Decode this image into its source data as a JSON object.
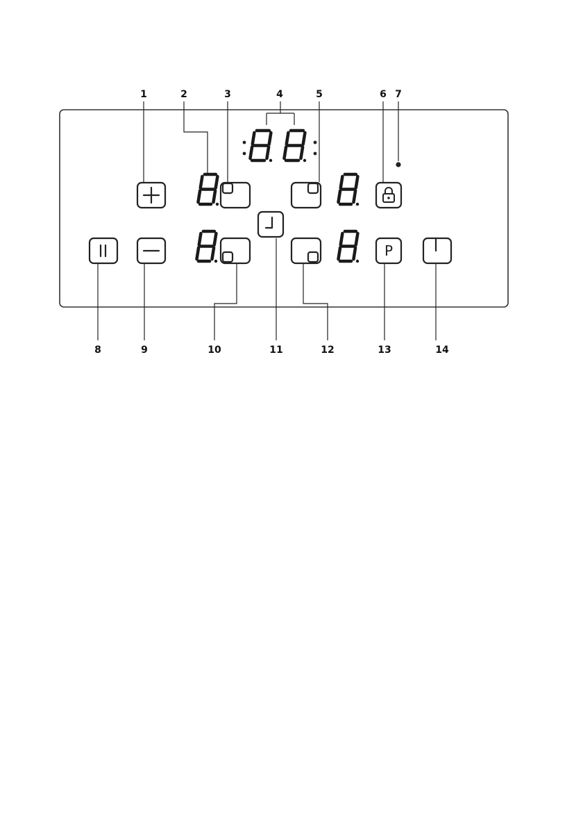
{
  "callouts": [
    "1",
    "2",
    "3",
    "4",
    "5",
    "6",
    "7",
    "8",
    "9",
    "10",
    "11",
    "12",
    "13",
    "14"
  ],
  "controls": {
    "plus": "plus-icon",
    "minus": "minus-icon",
    "pause": "pause-icon",
    "lock": "lock-icon",
    "timer": "clock-icon",
    "program": "P",
    "power": "power-icon"
  },
  "displays": {
    "timer_digits": "88",
    "zone_front_left": "8",
    "zone_rear_left": "8",
    "zone_front_right": "8",
    "zone_rear_right": "8"
  },
  "colors": {
    "ink": "#222222",
    "panel_border": "#333333",
    "background": "#ffffff"
  }
}
